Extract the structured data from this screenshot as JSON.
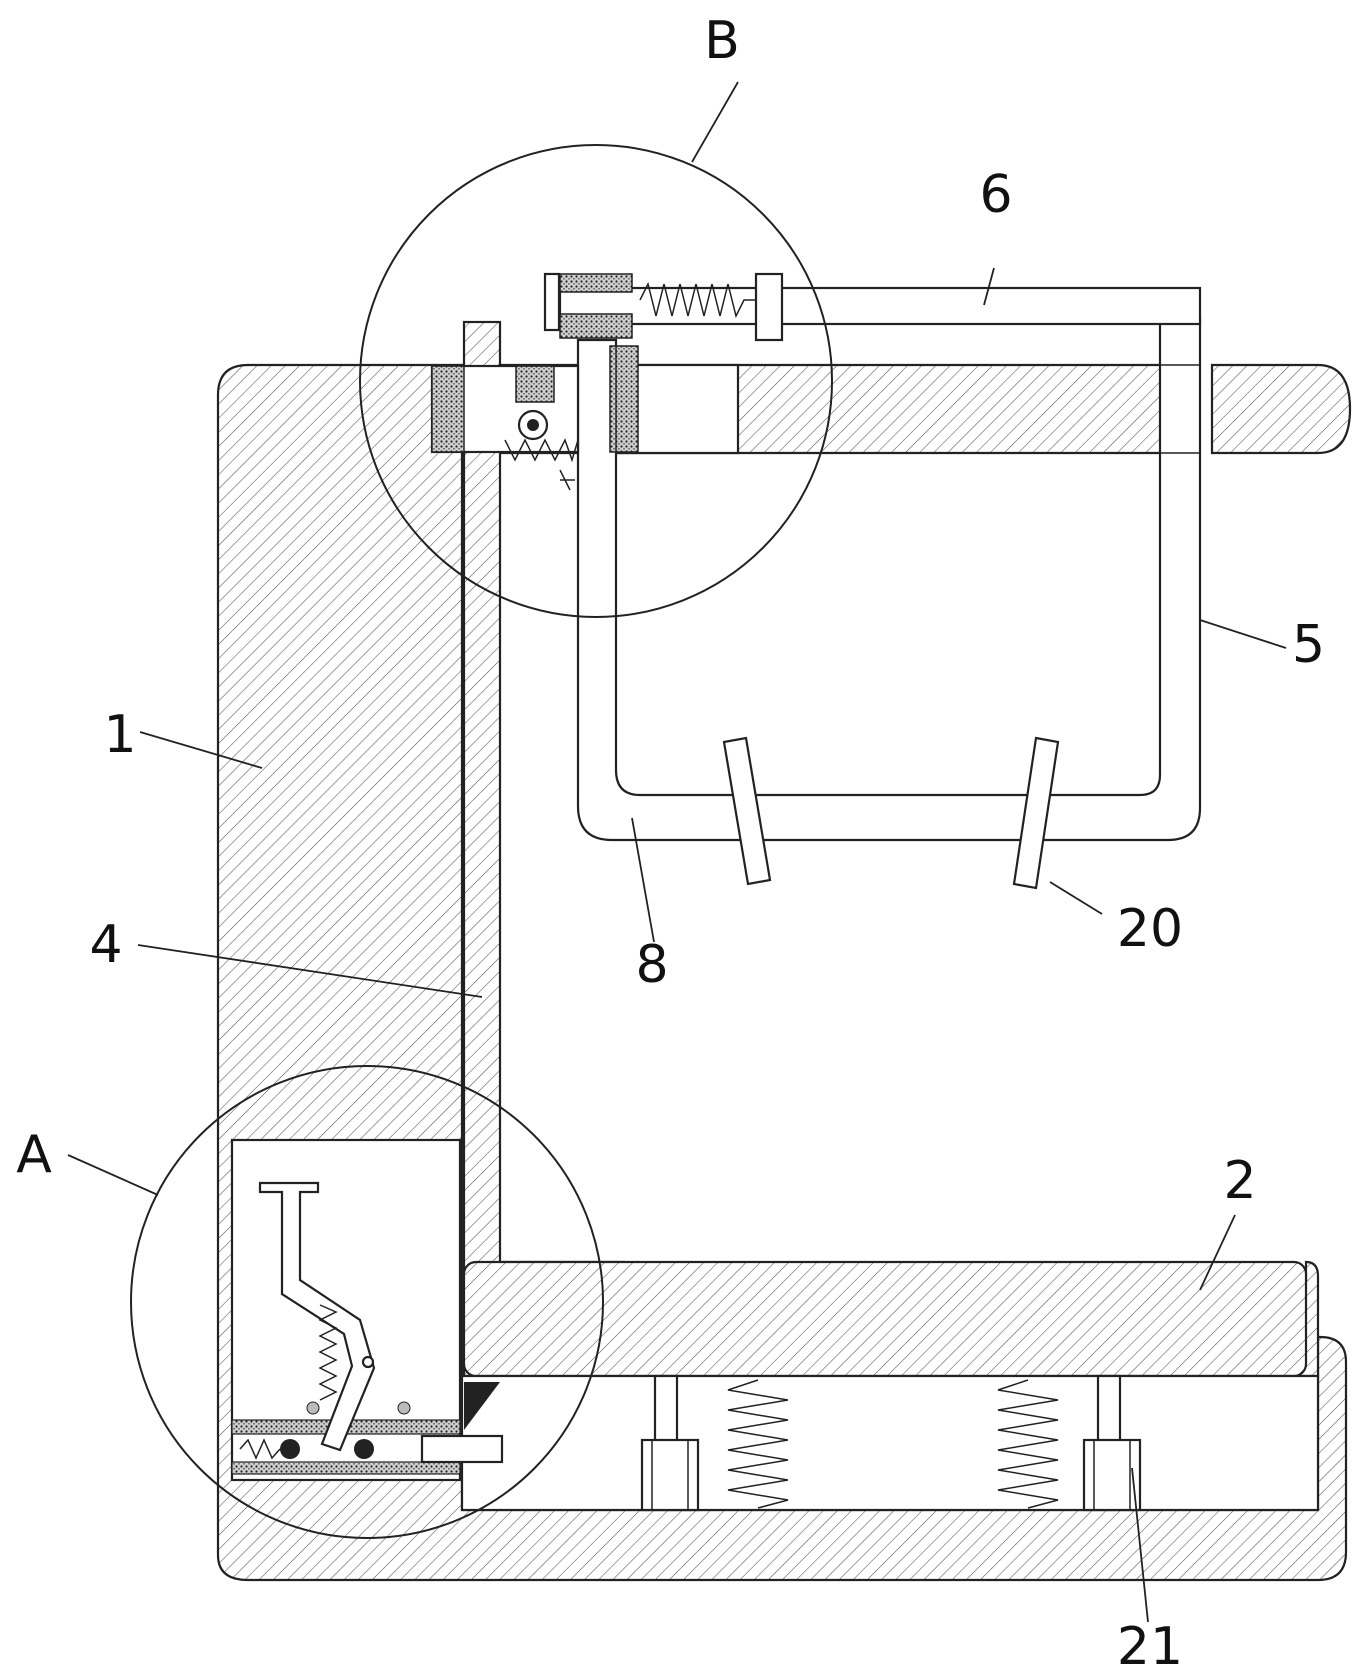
{
  "callouts": {
    "A": "A",
    "B": "B",
    "part_1": "1",
    "part_2": "2",
    "part_4": "4",
    "part_5": "5",
    "part_6": "6",
    "part_8": "8",
    "part_20": "20",
    "part_21": "21"
  },
  "style": {
    "line_color": "#222222",
    "background": "#ffffff"
  }
}
